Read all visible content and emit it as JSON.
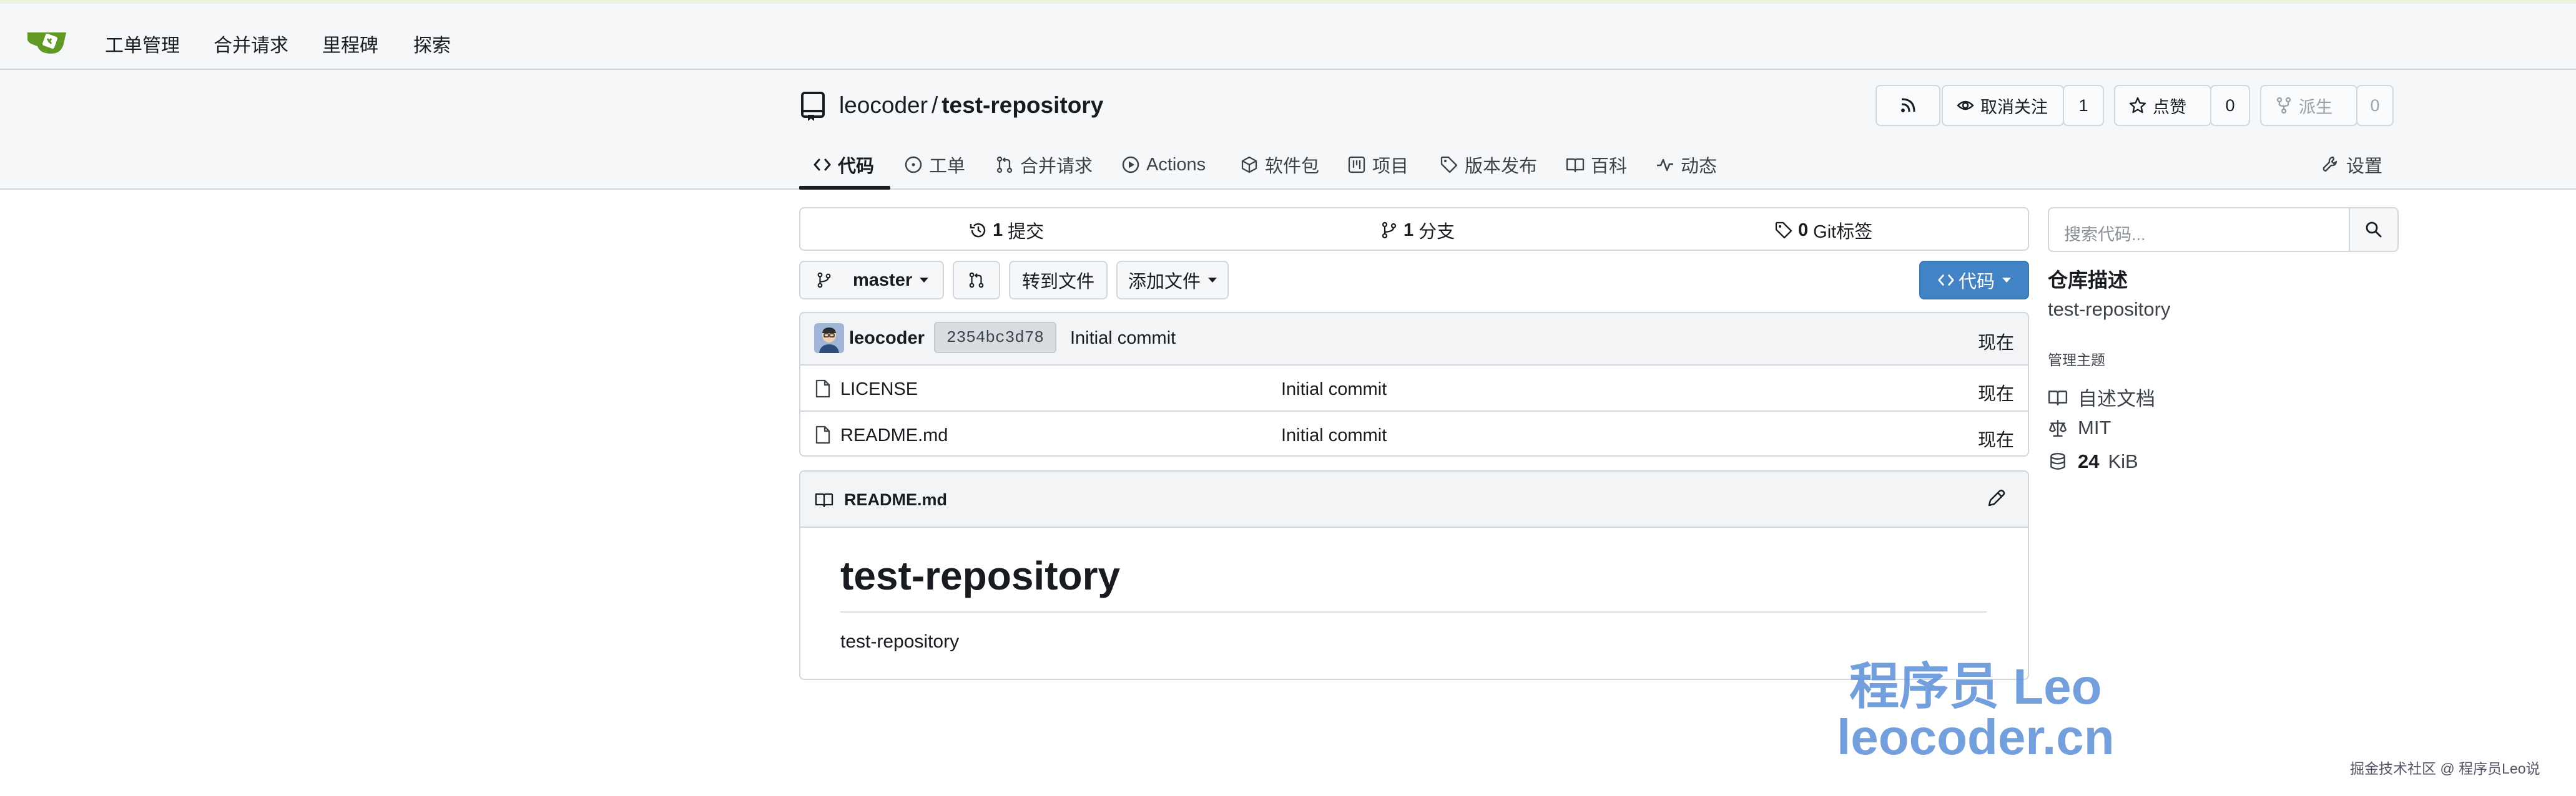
{
  "navbar": {
    "items": [
      "工单管理",
      "合并请求",
      "里程碑",
      "探索"
    ]
  },
  "repo": {
    "owner": "leocoder",
    "separator": "/",
    "name": "test-repository",
    "rss_icon": "rss-icon",
    "watch": {
      "label": "取消关注",
      "count": "1"
    },
    "star": {
      "label": "点赞",
      "count": "0"
    },
    "fork": {
      "label": "派生",
      "count": "0"
    }
  },
  "tabs": [
    {
      "label": "代码",
      "icon": "code-icon"
    },
    {
      "label": "工单",
      "icon": "issue-icon"
    },
    {
      "label": "合并请求",
      "icon": "pull-request-icon"
    },
    {
      "label": "Actions",
      "icon": "play-icon"
    },
    {
      "label": "软件包",
      "icon": "package-icon"
    },
    {
      "label": "项目",
      "icon": "project-icon"
    },
    {
      "label": "版本发布",
      "icon": "tag-icon"
    },
    {
      "label": "百科",
      "icon": "book-icon"
    },
    {
      "label": "动态",
      "icon": "pulse-icon"
    }
  ],
  "settings_tab": "设置",
  "stats": {
    "commits": {
      "count": "1",
      "label": "提交"
    },
    "branches": {
      "count": "1",
      "label": "分支"
    },
    "tags": {
      "count": "0",
      "label": "Git标签"
    }
  },
  "branch": {
    "name": "master",
    "goto_file": "转到文件",
    "add_file": "添加文件",
    "code_button": "代码"
  },
  "latest_commit": {
    "author": "leocoder",
    "sha": "2354bc3d78",
    "message": "Initial commit",
    "time": "现在"
  },
  "files": [
    {
      "name": "LICENSE",
      "message": "Initial commit",
      "time": "现在"
    },
    {
      "name": "README.md",
      "message": "Initial commit",
      "time": "现在"
    }
  ],
  "readme": {
    "filename": "README.md",
    "heading": "test-repository",
    "body": "test-repository"
  },
  "sidebar": {
    "search_placeholder": "搜索代码...",
    "desc_heading": "仓库描述",
    "description": "test-repository",
    "topics_label": "管理主题",
    "docs_label": "自述文档",
    "license": "MIT",
    "size_value": "24",
    "size_unit": "KiB"
  },
  "watermark": {
    "line1": "程序员 Leo",
    "line2": "leocoder.cn",
    "credit": "掘金技术社区 @ 程序员Leo说"
  },
  "colors": {
    "primary_button": "#4183c4",
    "logo_green": "#609926"
  }
}
